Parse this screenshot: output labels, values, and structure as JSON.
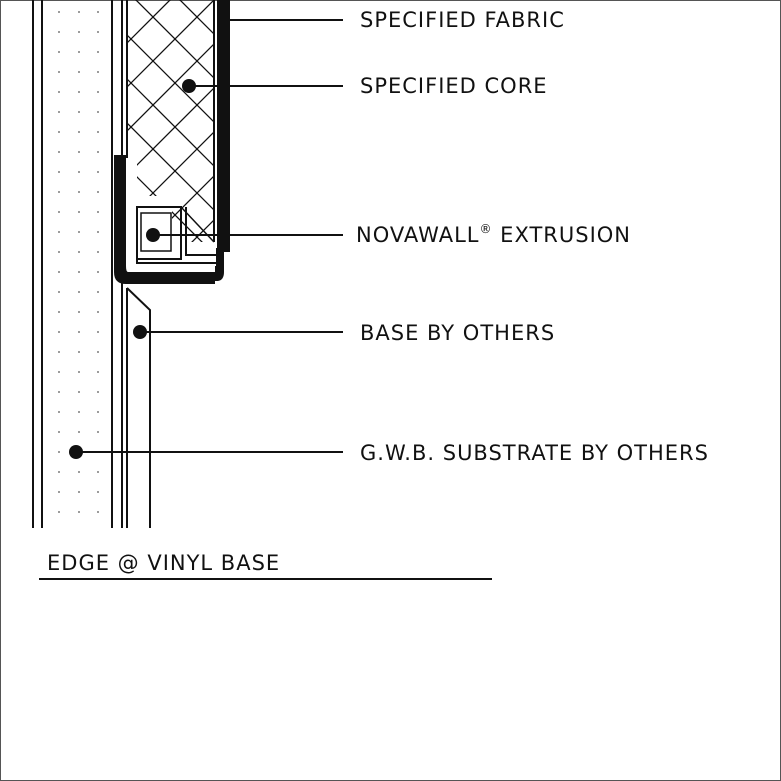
{
  "callouts": {
    "fabric": "SPECIFIED FABRIC",
    "core": "SPECIFIED CORE",
    "extrusion": "NOVAWALL",
    "extrusion_mark": "®",
    "extrusion_suffix": " EXTRUSION",
    "base": "BASE BY OTHERS",
    "substrate": "G.W.B. SUBSTRATE BY OTHERS"
  },
  "title": "EDGE @ VINYL BASE",
  "colors": {
    "ink": "#111111",
    "border": "#555555",
    "background": "#ffffff"
  }
}
